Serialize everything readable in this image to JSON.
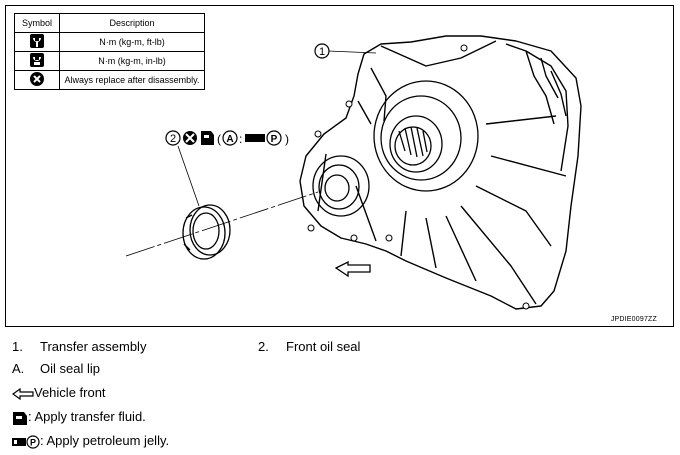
{
  "legend": {
    "header_symbol": "Symbol",
    "header_description": "Description",
    "rows": [
      {
        "icon": "torque-wrench-icon",
        "description": "N·m (kg-m, ft-lb)"
      },
      {
        "icon": "torque-wrench-small-icon",
        "description": "N·m (kg-m, in-lb)"
      },
      {
        "icon": "replace-x-icon",
        "description": "Always replace after disassembly."
      }
    ]
  },
  "callouts": {
    "part1_number": "1",
    "part2_number": "2",
    "part2_open": "(",
    "part2_letter": "A",
    "part2_colon": ":",
    "part2_letter_p": "P",
    "part2_close": ")"
  },
  "figure_id": "JPDIE0097ZZ",
  "items": [
    {
      "number": "1.",
      "label": "Transfer assembly"
    },
    {
      "number": "2.",
      "label": "Front oil seal"
    },
    {
      "number": "A.",
      "label": "Oil seal lip"
    }
  ],
  "notes": {
    "vehicle_front": "Vehicle front",
    "transfer_fluid": ": Apply transfer fluid.",
    "petroleum_p": "P",
    "petroleum_jelly": ": Apply petroleum jelly."
  }
}
